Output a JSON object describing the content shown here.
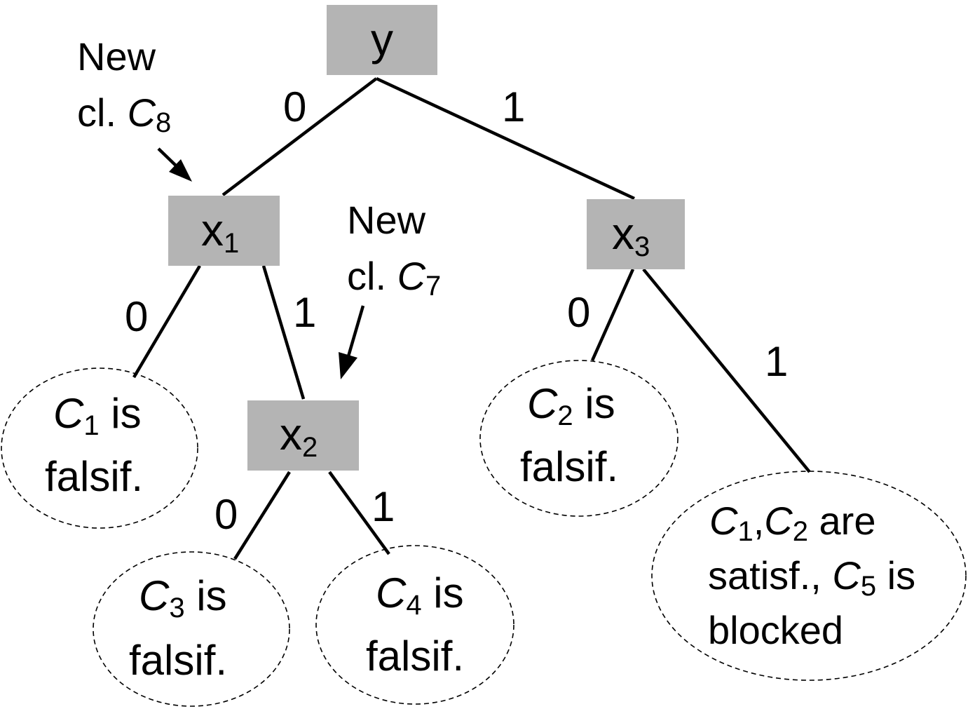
{
  "nodes": {
    "root": {
      "var": "y",
      "sub": ""
    },
    "x1": {
      "var": "x",
      "sub": "1"
    },
    "x2": {
      "var": "x",
      "sub": "2"
    },
    "x3": {
      "var": "x",
      "sub": "3"
    }
  },
  "edge_labels": {
    "y_x1": "0",
    "y_x3": "1",
    "x1_leaf1": "0",
    "x1_x2": "1",
    "x2_leaf3": "0",
    "x2_leaf4": "1",
    "x3_leaf2": "0",
    "x3_leaf5": "1"
  },
  "annotations": {
    "c8": {
      "line1": "New",
      "line2_prefix": "cl. ",
      "clause": "C",
      "clause_sub": "8"
    },
    "c7": {
      "line1": "New",
      "line2_prefix": "cl. ",
      "clause": "C",
      "clause_sub": "7"
    }
  },
  "leaves": {
    "leaf1": {
      "clause": "C",
      "sub": "1",
      "rest": " is",
      "line2": "falsif."
    },
    "leaf2": {
      "clause": "C",
      "sub": "2",
      "rest": " is",
      "line2": "falsif."
    },
    "leaf3": {
      "clause": "C",
      "sub": "3",
      "rest": " is",
      "line2": "falsif."
    },
    "leaf4": {
      "clause": "C",
      "sub": "4",
      "rest": " is",
      "line2": "falsif."
    },
    "leaf5": {
      "c_a": "C",
      "sub_a": "1",
      "comma": ",",
      "c_b": "C",
      "sub_b": "2",
      "rest1": " are",
      "line2_prefix": "satisf., ",
      "c_c": "C",
      "sub_c": "5",
      "line2_rest": " is",
      "line3": "blocked"
    }
  }
}
